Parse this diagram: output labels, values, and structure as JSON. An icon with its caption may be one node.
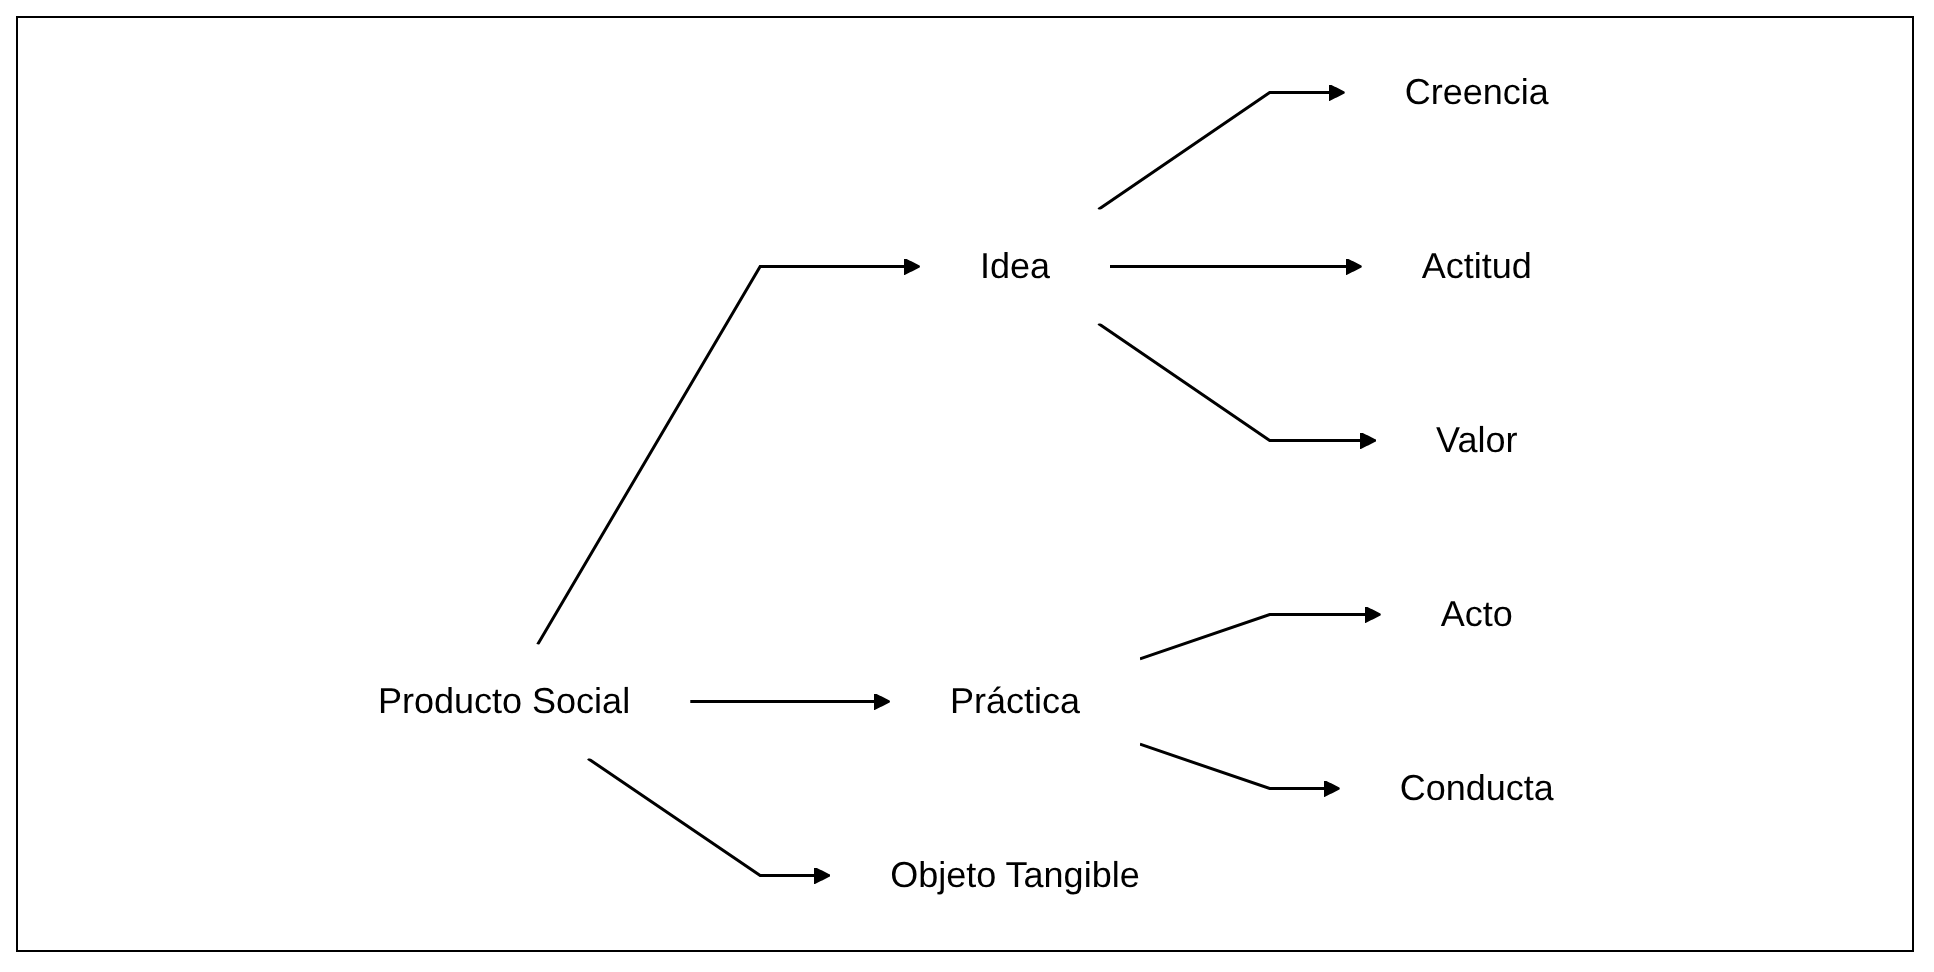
{
  "diagram": {
    "nodes": [
      {
        "text": [
          "Producto Social"
        ]
      },
      {
        "text": [
          "Idea"
        ]
      },
      {
        "text": [
          "Práctica"
        ]
      },
      {
        "text": [
          "Objeto Tangible"
        ]
      },
      {
        "text": [
          "Creencia"
        ]
      },
      {
        "text": [
          "Actitud"
        ]
      },
      {
        "text": [
          "Valor"
        ]
      },
      {
        "text": [
          "Acto"
        ]
      },
      {
        "text": [
          "Conducta"
        ]
      }
    ],
    "edges": [
      {
        "from": 0,
        "to": 1,
        "arrow": "to"
      },
      {
        "from": 0,
        "to": 2,
        "arrow": "to"
      },
      {
        "from": 0,
        "to": 3,
        "arrow": "to"
      },
      {
        "from": 1,
        "to": 4,
        "arrow": "to"
      },
      {
        "from": 1,
        "to": 5,
        "arrow": "to"
      },
      {
        "from": 1,
        "to": 6,
        "arrow": "to"
      },
      {
        "from": 2,
        "to": 7,
        "arrow": "to"
      },
      {
        "from": 2,
        "to": 8,
        "arrow": "to"
      }
    ]
  }
}
